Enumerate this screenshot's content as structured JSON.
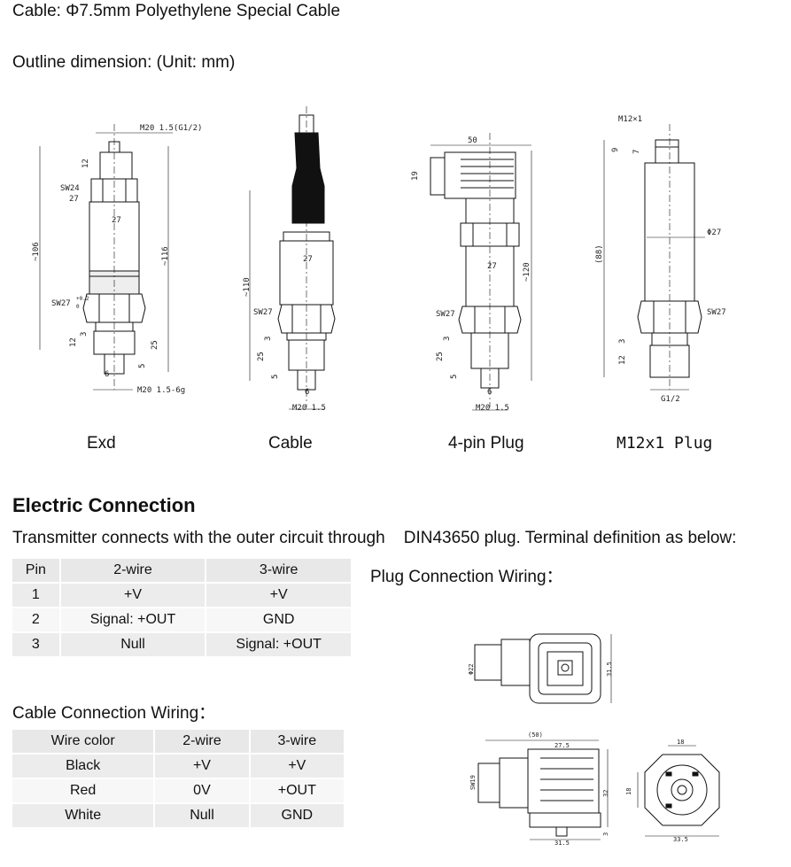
{
  "header": {
    "cable_line": "Cable: Φ7.5mm Polyethylene Special Cable",
    "outline_line": "Outline dimension: (Unit: mm)"
  },
  "drawings": [
    {
      "caption": "Exd",
      "labels": {
        "thread_top": "M20 1.5(G1/2)",
        "sw24": "SW24",
        "d27a": "27",
        "d27b": "27",
        "len106": "~106",
        "len116": "~116",
        "sw27": "SW27",
        "tol": "+0.2",
        "tol0": "0",
        "d12": "12",
        "d3": "3",
        "d25": "25",
        "d5": "5",
        "d6": "6",
        "thread_bot": "M20 1.5-6g",
        "d12b": "12"
      }
    },
    {
      "caption": "Cable",
      "labels": {
        "d27": "27",
        "len110": "~110",
        "sw27": "SW27",
        "d25": "25",
        "d3": "3",
        "d5": "5",
        "d6": "6",
        "thread": "M20 1.5"
      }
    },
    {
      "caption": "4-pin Plug",
      "labels": {
        "d50": "50",
        "d19": "19",
        "d27": "27",
        "len120": "~120",
        "sw27": "SW27",
        "d25": "25",
        "d3": "3",
        "d5": "5",
        "d6": "6",
        "thread": "M20 1.5"
      }
    },
    {
      "caption": "M12x1  Plug",
      "labels": {
        "m12": "M12×1",
        "d9": "9",
        "d7": "7",
        "phi27": "Φ27",
        "len88": "(88)",
        "sw27": "SW27",
        "d3": "3",
        "d12": "12",
        "g12": "G1/2"
      }
    }
  ],
  "electric": {
    "title": "Electric Connection",
    "description": "Transmitter connects with the outer circuit through    DIN43650 plug. Terminal definition as below:",
    "plug_wiring_label": "Plug Connection Wiring：",
    "pin_table": {
      "headers": [
        "Pin",
        "2-wire",
        "3-wire"
      ],
      "rows": [
        [
          "1",
          "+V",
          "+V"
        ],
        [
          "2",
          "Signal: +OUT",
          "GND"
        ],
        [
          "3",
          "Null",
          "Signal: +OUT"
        ]
      ]
    },
    "cable_wiring_label": "Cable Connection Wiring：",
    "cable_table": {
      "headers": [
        "Wire color",
        "2-wire",
        "3-wire"
      ],
      "rows": [
        [
          "Black",
          "+V",
          "+V"
        ],
        [
          "Red",
          "0V",
          "+OUT"
        ],
        [
          "White",
          "Null",
          "GND"
        ]
      ]
    },
    "plug_dims": {
      "phi22": "Φ22",
      "d31_5": "31.5",
      "d50": "(50)",
      "d27_5": "27.5",
      "sw19": "SW19",
      "d32": "32",
      "d3": "3",
      "d31_5b": "31.5",
      "d18": "18",
      "d18b": "18",
      "d33_5": "33.5"
    }
  }
}
